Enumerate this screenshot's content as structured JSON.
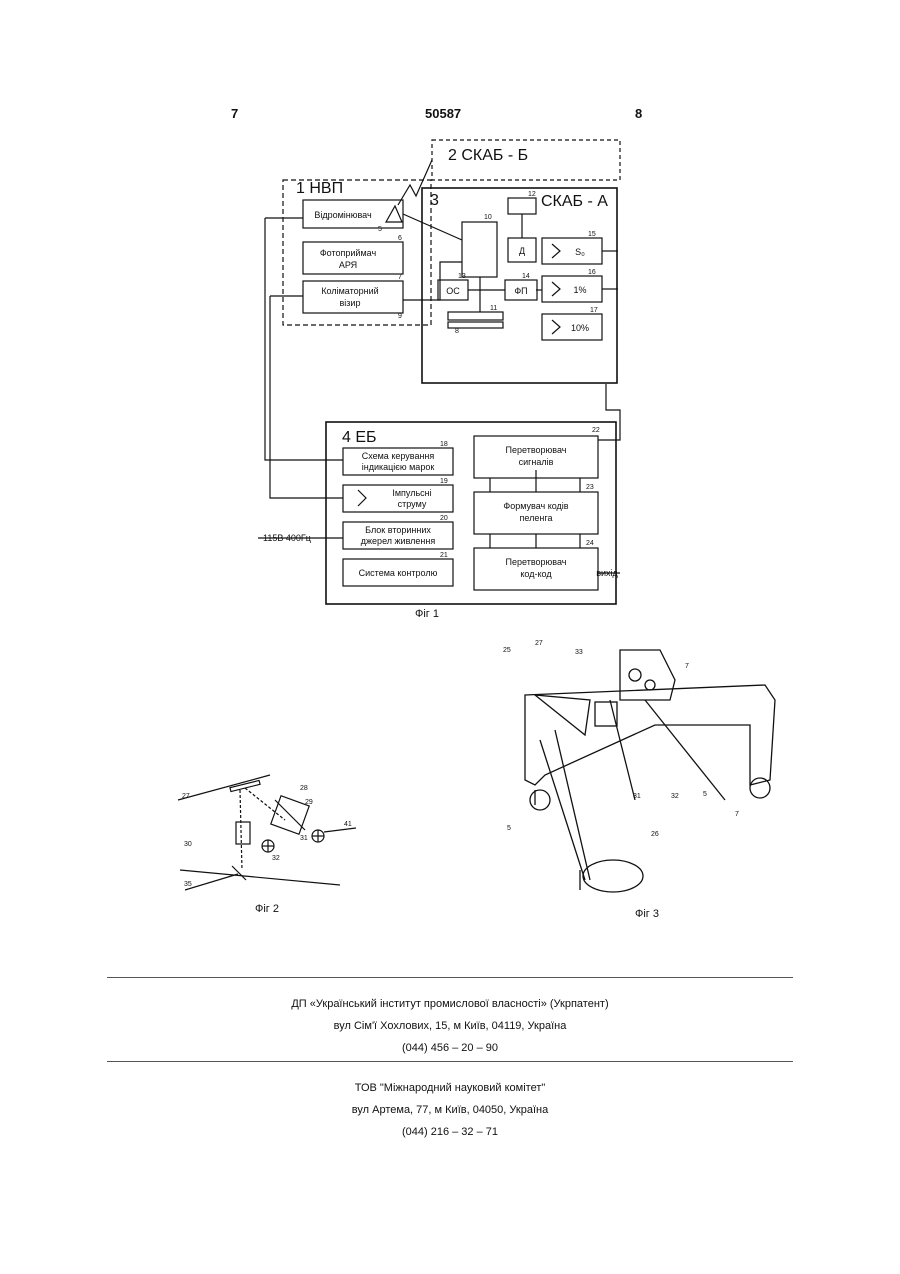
{
  "header": {
    "left_page": "7",
    "patent_number": "50587",
    "right_page": "8"
  },
  "fig1": {
    "caption": "Фіг 1",
    "blocks": {
      "b2": "2 СКАБ - Б",
      "b1": "1 НВП",
      "b3": "3",
      "skab_a": "СКАБ - А",
      "b4": "4 ЕБ",
      "vidrominovach": "Відромінювач",
      "fotopryimach_1": "Фотоприймач",
      "fotopryimach_2": "АРЯ",
      "kolimator_1": "Коліматорний",
      "kolimator_2": "візир",
      "d": "Д",
      "os": "ОС",
      "fp": "ФП",
      "amp15": "S₀",
      "amp16": "1%",
      "amp17": "10%",
      "s18_1": "Схема керування",
      "s18_2": "індикацією марок",
      "s19_1": "Імпульсні",
      "s19_2": "струму",
      "s20_1": "Блок вторинних",
      "s20_2": "джерел живлення",
      "s21": "Система контролю",
      "s22_1": "Перетворювач",
      "s22_2": "сигналів",
      "s23_1": "Формувач кодів",
      "s23_2": "пеленга",
      "s24_1": "Перетворювач",
      "s24_2": "код-код",
      "power": "115В 400Гц",
      "out": "вихід"
    },
    "numbers": [
      "5",
      "6",
      "7",
      "8",
      "9",
      "10",
      "11",
      "12",
      "13",
      "14",
      "15",
      "16",
      "17",
      "18",
      "19",
      "20",
      "21",
      "22",
      "23",
      "24"
    ]
  },
  "fig2": {
    "caption": "Фіг 2",
    "labels": [
      "27",
      "28",
      "29",
      "30",
      "31",
      "32",
      "41",
      "35"
    ]
  },
  "fig3": {
    "caption": "Фіг 3",
    "labels": [
      "25",
      "27",
      "33",
      "7",
      "5",
      "5",
      "7",
      "31",
      "32",
      "26"
    ]
  },
  "footer": {
    "org1_name": "ДП «Український інститут промислової власності» (Укрпатент)",
    "org1_address": "вул  Сім'ї Хохлових, 15, м  Київ, 04119, Україна",
    "org1_phone": "(044) 456 – 20 –  90",
    "org2_name": "ТОВ \"Міжнародний науковий комітет\"",
    "org2_address": "вул  Артема, 77, м  Київ, 04050, Україна",
    "org2_phone": "(044) 216 – 32 – 71"
  }
}
